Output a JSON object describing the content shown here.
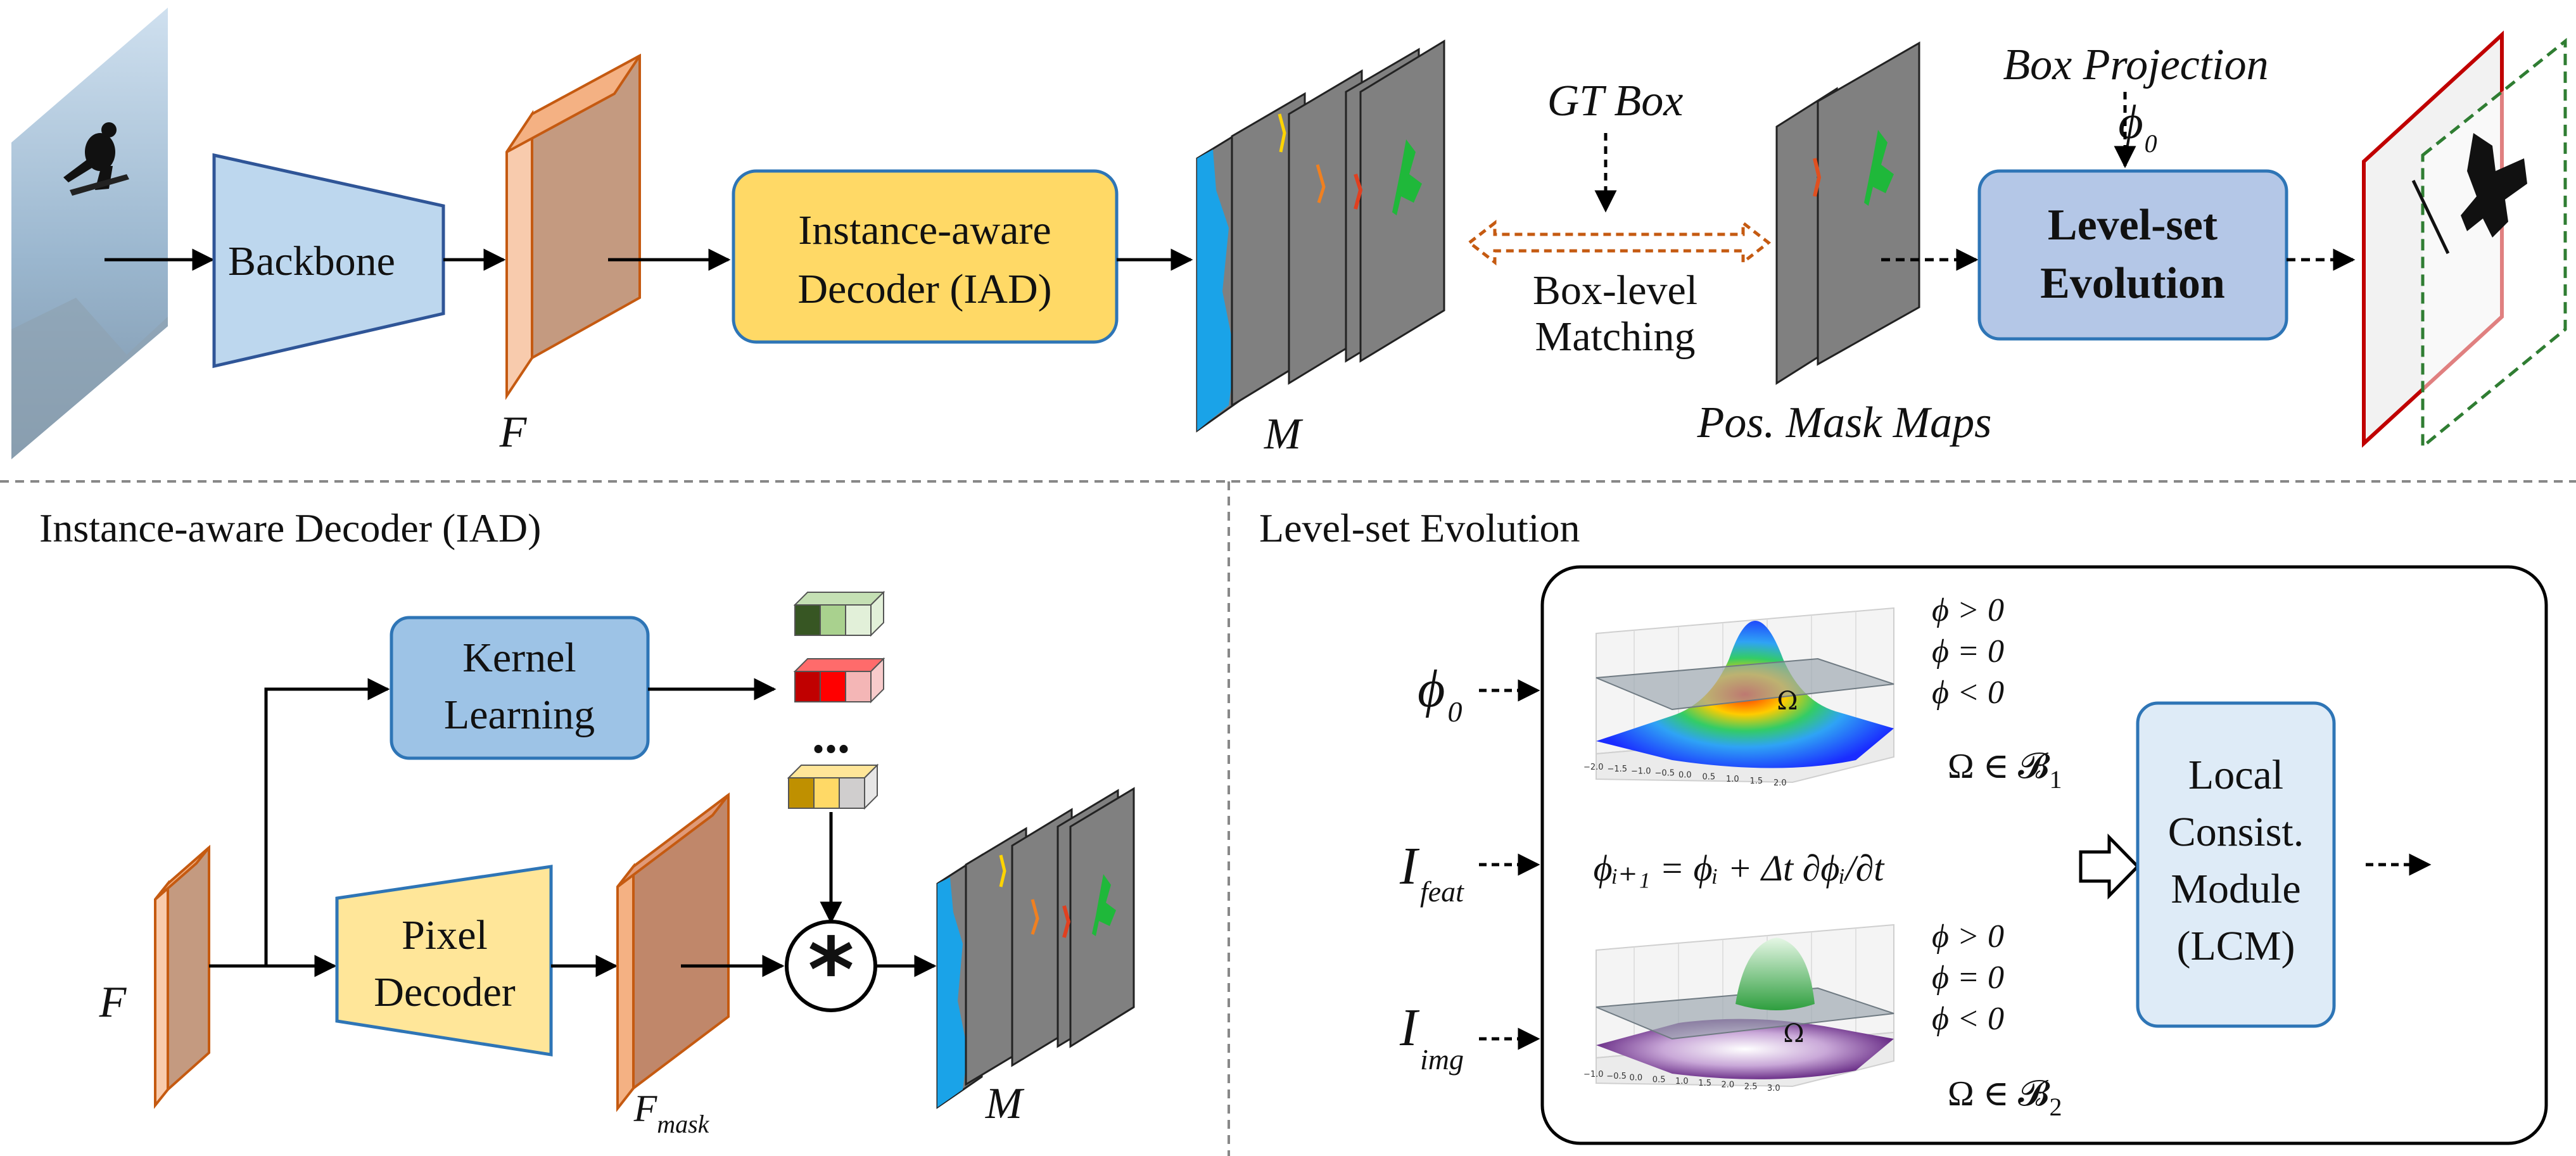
{
  "top": {
    "backbone": "Backbone",
    "feature_label": "F",
    "iad": [
      "Instance-aware",
      "Decoder (IAD)"
    ],
    "masks_label": "M",
    "gt_box": "GT Box",
    "matching": [
      "Box-level",
      "Matching"
    ],
    "pos_masks": "Pos. Mask Maps",
    "box_projection": "Box Projection",
    "phi0": "ϕ",
    "phi0_sub": "0",
    "levelset": [
      "Level-set",
      "Evolution"
    ]
  },
  "iad_section": {
    "title": "Instance-aware Decoder (IAD)",
    "kernel": [
      "Kernel",
      "Learning"
    ],
    "pixel": [
      "Pixel",
      "Decoder"
    ],
    "feature_label": "F",
    "fmask": "F",
    "fmask_sub": "mask",
    "masks_label": "M",
    "ellipsis": "...",
    "conv": "*"
  },
  "levelset_section": {
    "title": "Level-set Evolution",
    "phi0": "ϕ",
    "phi0_sub": "0",
    "ifeat": "I",
    "ifeat_sub": "feat",
    "iimg": "I",
    "iimg_sub": "img",
    "conds_top": [
      "ϕ > 0",
      "ϕ = 0",
      "ϕ < 0"
    ],
    "conds_bottom": [
      "ϕ > 0",
      "ϕ = 0",
      "ϕ < 0"
    ],
    "omega": "Ω",
    "omega_b1": "Ω ∈ 𝓑",
    "b1_sub": "1",
    "omega_b2": "Ω ∈ 𝓑",
    "b2_sub": "2",
    "equation": "ϕᵢ₊₁ = ϕᵢ + Δt ∂ϕᵢ/∂t",
    "lcm": [
      "Local",
      "Consist.",
      "Module",
      "(LCM)"
    ],
    "ticks_top": [
      "−2.0",
      "−1.5",
      "−1.0",
      "−0.5",
      "0.0",
      "0.5",
      "1.0",
      "1.5",
      "2.0"
    ],
    "ticks_bottom": [
      "−1.0",
      "−0.5",
      "0.0",
      "0.5",
      "1.0",
      "1.5",
      "2.0",
      "2.5",
      "3.0"
    ]
  },
  "colors": {
    "backbone": "#bdd7ee",
    "iad_fill": "#ffd966",
    "iad_stroke": "#2e75b6",
    "levelset_fill": "#b4c7e7",
    "kernel_fill": "#9dc3e6",
    "pixel_fill": "#ffe699",
    "lcm_fill": "#deebf7",
    "feature_light": "#f8cbad",
    "feature_dark": "#c49a80",
    "mask_grey": "#808080",
    "gt_arrow": "#c55a11"
  }
}
